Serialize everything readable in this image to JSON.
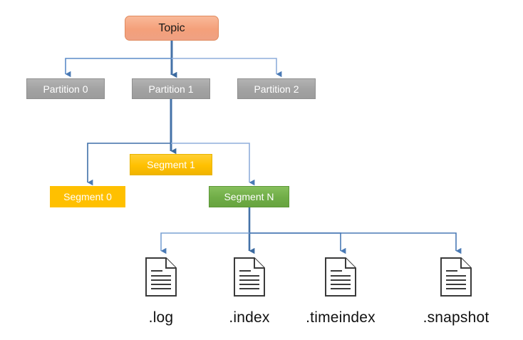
{
  "diagram": {
    "title": "Kafka topic storage hierarchy",
    "background": "#ffffff",
    "edge_color": "#4472a8",
    "edge_color_light": "#8faedb"
  },
  "nodes": {
    "topic": {
      "label": "Topic",
      "fill": "#F4A07A",
      "border": "#E08A5E",
      "text_color": "#1A1A1A",
      "shape": "rounded-rectangle"
    },
    "partitions": [
      {
        "label": "Partition 0",
        "fill": "#A3A3A3",
        "text_color": "#FFFFFF"
      },
      {
        "label": "Partition 1",
        "fill": "#A3A3A3",
        "text_color": "#FFFFFF"
      },
      {
        "label": "Partition 2",
        "fill": "#A3A3A3",
        "text_color": "#FFFFFF"
      }
    ],
    "segments": [
      {
        "label": "Segment 1",
        "fill": "#FFC000",
        "text_color": "#FFFFFF"
      },
      {
        "label": "Segment 0",
        "fill": "#FFC000",
        "text_color": "#FFFFFF"
      },
      {
        "label": "Segment N",
        "fill": "#70AD47",
        "text_color": "#FFFFFF"
      }
    ],
    "files": [
      {
        "label": ".log",
        "icon": "document-icon",
        "text_color": "#111111"
      },
      {
        "label": ".index",
        "icon": "document-icon",
        "text_color": "#111111"
      },
      {
        "label": ".timeindex",
        "icon": "document-icon",
        "text_color": "#111111"
      },
      {
        "label": ".snapshot",
        "icon": "document-icon",
        "text_color": "#111111"
      }
    ]
  }
}
